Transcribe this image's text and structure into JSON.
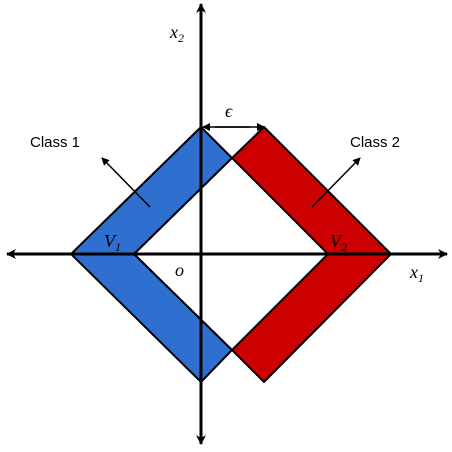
{
  "labels": {
    "x2_axis": "x",
    "x2_sub": "2",
    "x1_axis": "x",
    "x1_sub": "1",
    "epsilon": "ϵ",
    "class1": "Class 1",
    "class2": "Class 2",
    "v1": "V",
    "v1_sub": "1",
    "v2": "V",
    "v2_sub": "2",
    "origin": "o"
  },
  "colors": {
    "class1": "#2f6fd0",
    "class2": "#cc0000",
    "stroke": "#000000",
    "background": "#ffffff"
  }
}
